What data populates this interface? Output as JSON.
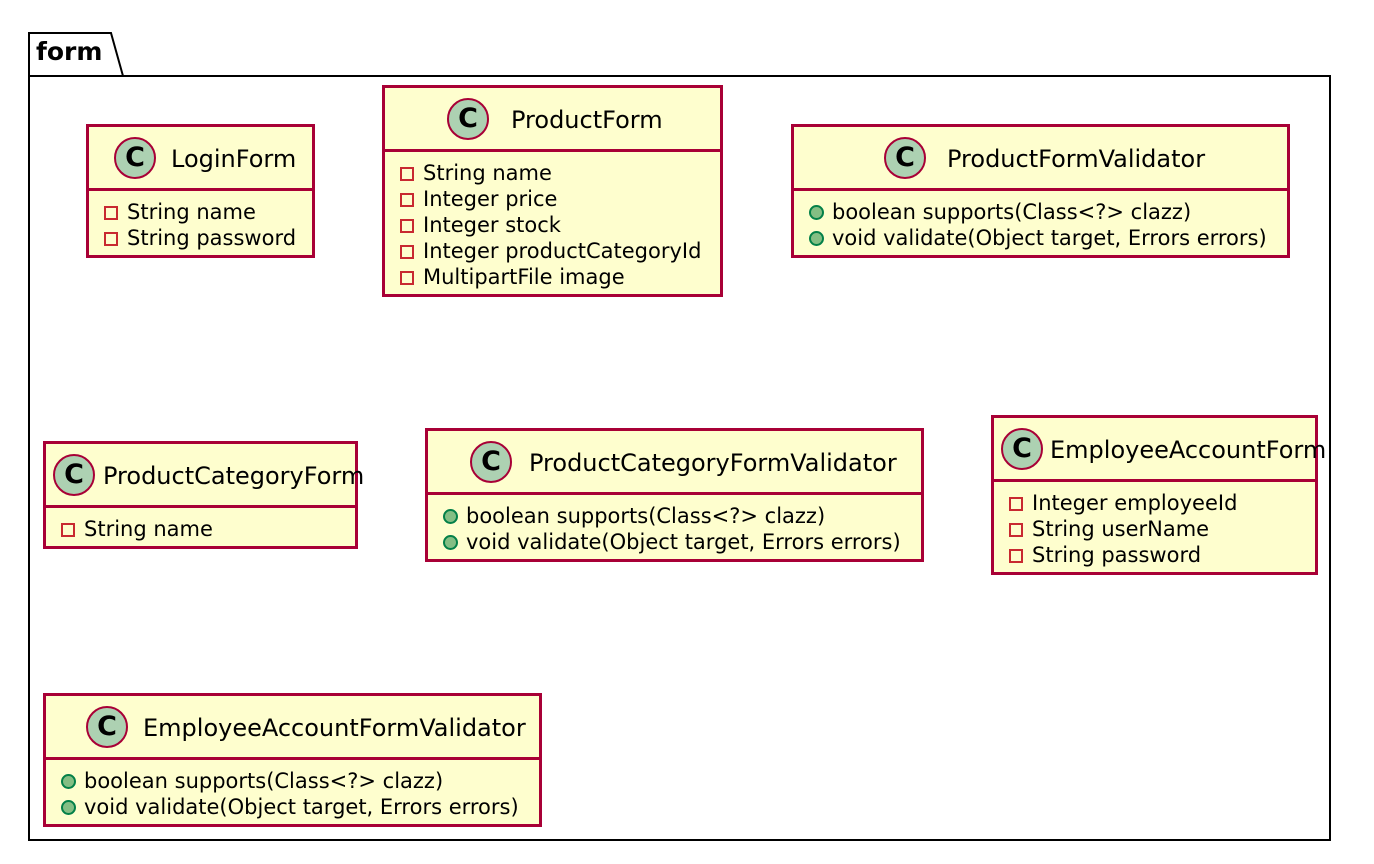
{
  "package": {
    "name": "form"
  },
  "classes": [
    {
      "id": "loginform",
      "name": "LoginForm",
      "members": [
        {
          "vis": "private",
          "text": "String name"
        },
        {
          "vis": "private",
          "text": "String password"
        }
      ]
    },
    {
      "id": "productform",
      "name": "ProductForm",
      "members": [
        {
          "vis": "private",
          "text": "String name"
        },
        {
          "vis": "private",
          "text": "Integer price"
        },
        {
          "vis": "private",
          "text": "Integer stock"
        },
        {
          "vis": "private",
          "text": "Integer productCategoryId"
        },
        {
          "vis": "private",
          "text": "MultipartFile image"
        }
      ]
    },
    {
      "id": "productformvalidator",
      "name": "ProductFormValidator",
      "members": [
        {
          "vis": "public",
          "text": "boolean supports(Class<?> clazz)"
        },
        {
          "vis": "public",
          "text": "void validate(Object target, Errors errors)"
        }
      ]
    },
    {
      "id": "productcategoryform",
      "name": "ProductCategoryForm",
      "members": [
        {
          "vis": "private",
          "text": "String name"
        }
      ]
    },
    {
      "id": "productcategoryformvalidator",
      "name": "ProductCategoryFormValidator",
      "members": [
        {
          "vis": "public",
          "text": "boolean supports(Class<?> clazz)"
        },
        {
          "vis": "public",
          "text": "void validate(Object target, Errors errors)"
        }
      ]
    },
    {
      "id": "employeeaccountform",
      "name": "EmployeeAccountForm",
      "members": [
        {
          "vis": "private",
          "text": "Integer employeeId"
        },
        {
          "vis": "private",
          "text": "String userName"
        },
        {
          "vis": "private",
          "text": "String password"
        }
      ]
    },
    {
      "id": "employeeaccountformvalidator",
      "name": "EmployeeAccountFormValidator",
      "members": [
        {
          "vis": "public",
          "text": "boolean supports(Class<?> clazz)"
        },
        {
          "vis": "public",
          "text": "void validate(Object target, Errors errors)"
        }
      ]
    }
  ],
  "class_icon_letter": "C",
  "colors": {
    "class_fill": "#FEFECE",
    "class_border": "#A80036",
    "icon_fill": "#ADD1B2",
    "private_marker": "#C82930",
    "public_marker": "#84BE84"
  }
}
